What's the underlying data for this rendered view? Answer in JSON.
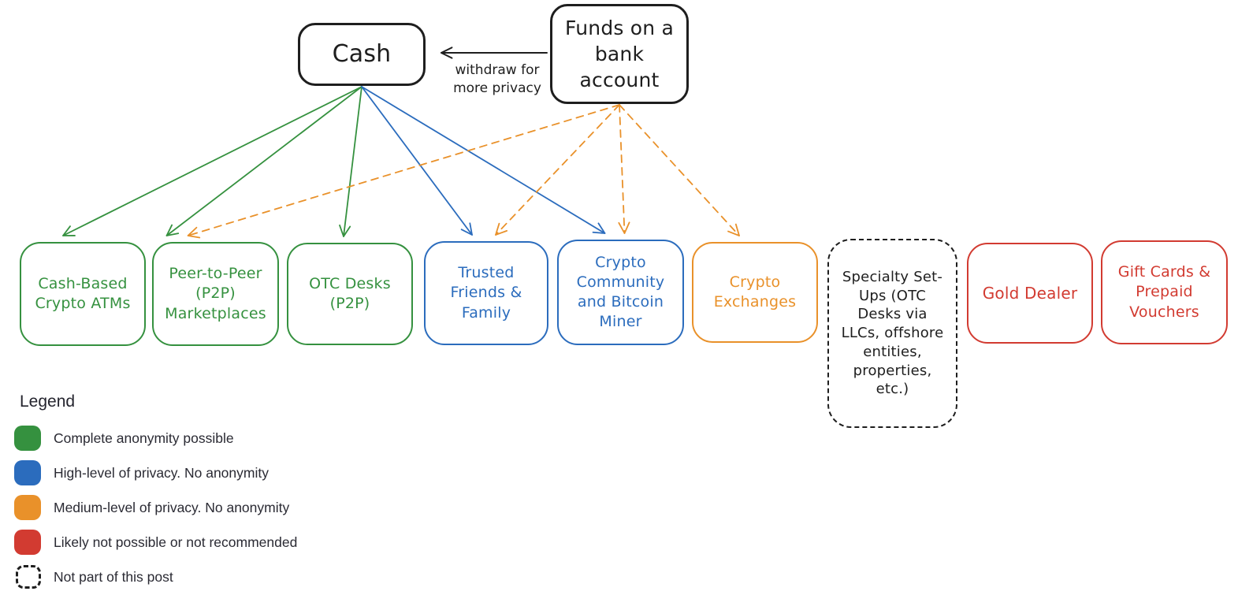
{
  "palette": {
    "green": "#35913f",
    "blue": "#2b6cbd",
    "orange": "#e9912a",
    "red": "#d23b31",
    "black": "#1e1e1e"
  },
  "nodes": {
    "cash": {
      "label": "Cash",
      "color": "black"
    },
    "funds": {
      "label": "Funds on a bank account",
      "color": "black"
    },
    "atms": {
      "label": "Cash-Based Crypto ATMs",
      "color": "green"
    },
    "p2p": {
      "label": "Peer-to-Peer (P2P) Marketplaces",
      "color": "green"
    },
    "otc": {
      "label": "OTC Desks (P2P)",
      "color": "green"
    },
    "friends": {
      "label": "Trusted Friends & Family",
      "color": "blue"
    },
    "community": {
      "label": "Crypto Community and Bitcoin Miner",
      "color": "blue"
    },
    "exchanges": {
      "label": "Crypto Exchanges",
      "color": "orange"
    },
    "specialty": {
      "label": "Specialty Set-Ups (OTC Desks via LLCs, offshore entities, properties, etc.)",
      "color": "black",
      "dashed": true
    },
    "gold": {
      "label": "Gold Dealer",
      "color": "red"
    },
    "gift": {
      "label": "Gift Cards & Prepaid Vouchers",
      "color": "red"
    }
  },
  "annotations": {
    "withdraw": "withdraw for more privacy"
  },
  "edges": [
    {
      "from": "funds",
      "to": "cash",
      "color": "black",
      "style": "solid",
      "type": "horizontal"
    },
    {
      "from": "cash",
      "to": "atms",
      "color": "green",
      "style": "solid"
    },
    {
      "from": "cash",
      "to": "p2p",
      "color": "green",
      "style": "solid"
    },
    {
      "from": "cash",
      "to": "otc",
      "color": "green",
      "style": "solid"
    },
    {
      "from": "cash",
      "to": "friends",
      "color": "blue",
      "style": "solid"
    },
    {
      "from": "cash",
      "to": "community",
      "color": "blue",
      "style": "solid"
    },
    {
      "from": "funds",
      "to": "p2p",
      "color": "orange",
      "style": "dashed"
    },
    {
      "from": "funds",
      "to": "friends",
      "color": "orange",
      "style": "dashed"
    },
    {
      "from": "funds",
      "to": "community",
      "color": "orange",
      "style": "dashed"
    },
    {
      "from": "funds",
      "to": "exchanges",
      "color": "orange",
      "style": "dashed"
    }
  ],
  "legend": {
    "title": "Legend",
    "items": [
      {
        "color": "green",
        "label": "Complete anonymity possible"
      },
      {
        "color": "blue",
        "label": "High-level of privacy. No anonymity"
      },
      {
        "color": "orange",
        "label": "Medium-level of privacy. No anonymity"
      },
      {
        "color": "red",
        "label": "Likely not possible or not recommended"
      },
      {
        "color": "dashed",
        "label": "Not part of this post"
      }
    ]
  }
}
